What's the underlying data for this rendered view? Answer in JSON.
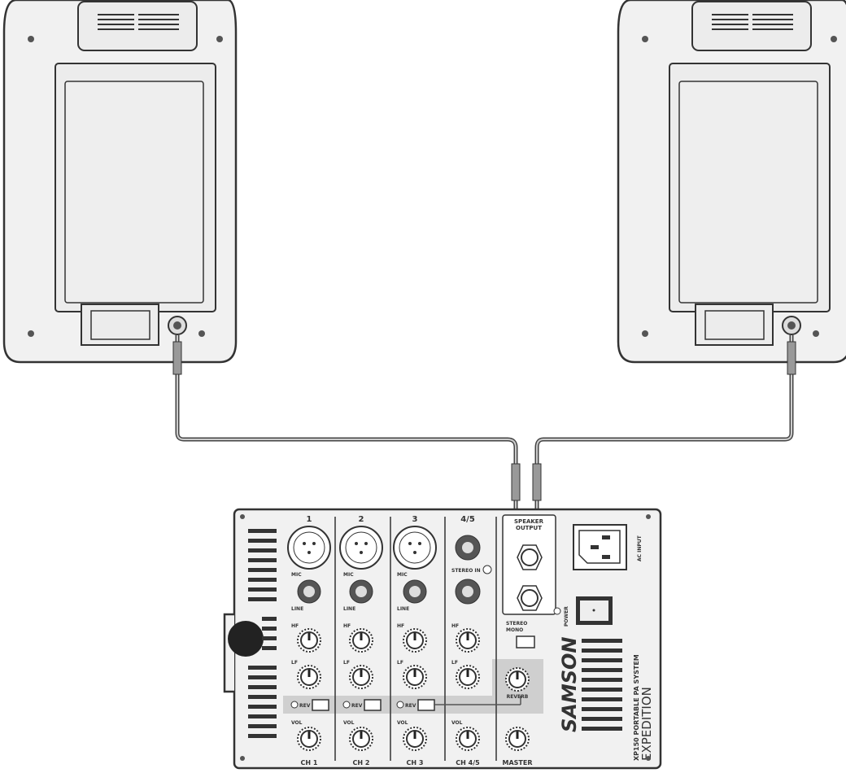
{
  "diagram": {
    "speakers": [
      "left-speaker",
      "right-speaker"
    ],
    "mixer": {
      "channel_numbers": [
        "1",
        "2",
        "3",
        "4/5"
      ],
      "mic_label": "MIC",
      "line_label": "LINE",
      "hf_label": "HF",
      "lf_label": "LF",
      "rev_label": "REV",
      "vol_label": "VOL",
      "channel_labels": [
        "CH 1",
        "CH 2",
        "CH 3",
        "CH 4/5"
      ],
      "stereo_in_label": "STEREO IN",
      "speaker_output_label_1": "SPEAKER",
      "speaker_output_label_2": "OUTPUT",
      "stereo_label": "STEREO",
      "mono_label": "MONO",
      "reverb_label": "REVERB",
      "master_label": "MASTER",
      "ac_input_label": "AC INPUT",
      "power_label": "POWER",
      "brand": "SAMSON",
      "model": "XP150 PORTABLE PA SYSTEM",
      "series": "EXPEDITION"
    },
    "colors": {
      "line": "#333333",
      "fill": "#f1f1f1",
      "highlight": "#cfcfcf"
    }
  }
}
